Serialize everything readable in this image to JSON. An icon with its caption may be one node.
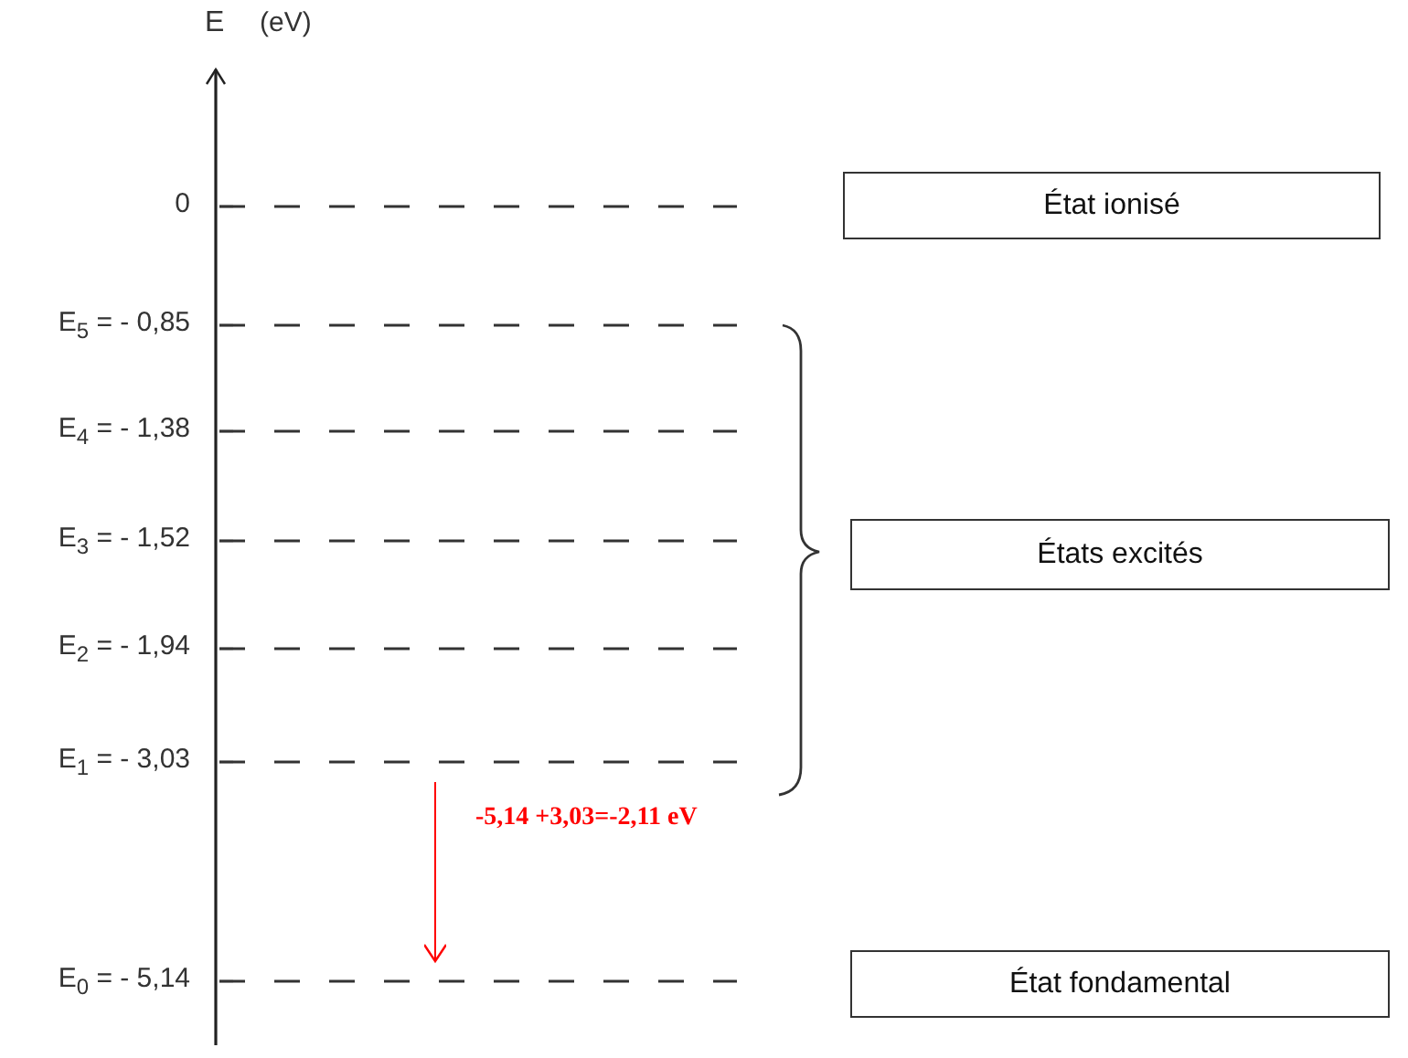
{
  "diagram": {
    "nodes": [
      {
        "text": [
          "État ionisé"
        ]
      },
      {
        "text": [
          "États excités"
        ]
      },
      {
        "text": [
          "État fondamental"
        ]
      },
      {
        "text": [
          "0"
        ]
      },
      {
        "text": [
          "E$_{5}$ = - 0,85"
        ]
      },
      {
        "text": [
          "E$_{4}$ = - 1,38"
        ]
      },
      {
        "text": [
          "E$_{3}$ = - 1,52"
        ]
      },
      {
        "text": [
          "E$_{2}$ = - 1,94"
        ]
      },
      {
        "text": [
          "E$_{1}$ = - 3,03"
        ]
      },
      {
        "text": [
          "E$_{0}$ = - 5,14"
        ]
      }
    ],
    "edges": [
      {
        "from": 8,
        "to": 9,
        "arrow": "to",
        "label": "-5,14 +3,03=-2,11 eV",
        "color": "#ff0000"
      }
    ],
    "labels": [
      "E",
      "(eV)"
    ]
  }
}
